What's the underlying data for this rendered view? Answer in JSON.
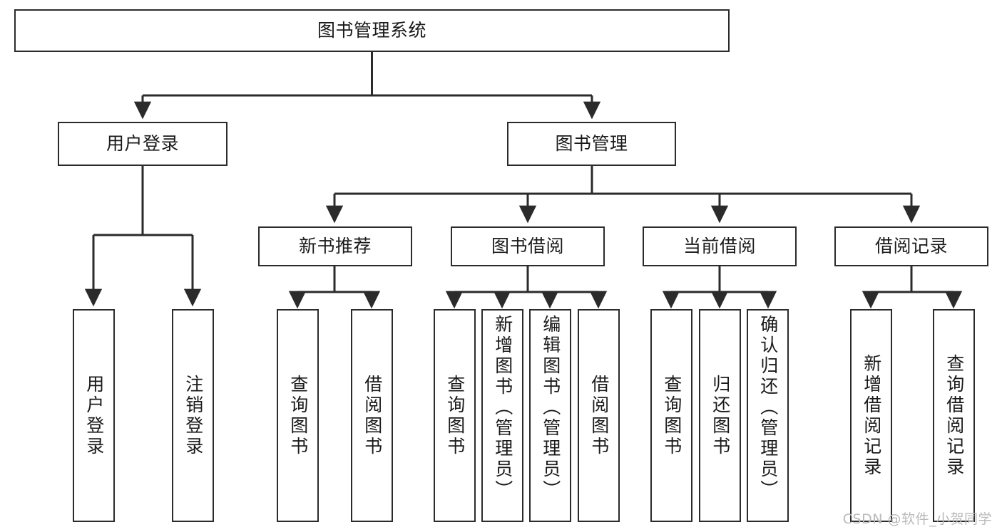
{
  "diagram": {
    "title": "图书管理系统",
    "type": "functional-structure-tree",
    "orientation": "top-down",
    "edge_style": "orthogonal-with-arrowheads",
    "colors": {
      "box_border": "#2b2b2b",
      "box_fill": "#ffffff",
      "edge": "#2b2b2b",
      "text": "#1a1a1a",
      "background": "#ffffff",
      "watermark": "#b9b9b9"
    },
    "root": {
      "label": "图书管理系统",
      "text_direction": "horizontal"
    },
    "level1": [
      {
        "label": "用户登录",
        "text_direction": "horizontal"
      },
      {
        "label": "图书管理",
        "text_direction": "horizontal"
      }
    ],
    "level2": [
      {
        "label": "新书推荐",
        "text_direction": "horizontal",
        "parent": "图书管理"
      },
      {
        "label": "图书借阅",
        "text_direction": "horizontal",
        "parent": "图书管理"
      },
      {
        "label": "当前借阅",
        "text_direction": "horizontal",
        "parent": "图书管理"
      },
      {
        "label": "借阅记录",
        "text_direction": "horizontal",
        "parent": "图书管理"
      }
    ],
    "leaves": {
      "user_login": [
        {
          "label": "用户登录",
          "text_direction": "vertical"
        },
        {
          "label": "注销登录",
          "text_direction": "vertical"
        }
      ],
      "new_book_recommend": [
        {
          "label": "查询图书",
          "text_direction": "vertical"
        },
        {
          "label": "借阅图书",
          "text_direction": "vertical"
        }
      ],
      "book_borrow": [
        {
          "label": "查询图书",
          "text_direction": "vertical"
        },
        {
          "label": "新增图书（管理员）",
          "text_direction": "vertical"
        },
        {
          "label": "编辑图书（管理员）",
          "text_direction": "vertical"
        },
        {
          "label": "借阅图书",
          "text_direction": "vertical"
        }
      ],
      "current_borrow": [
        {
          "label": "查询图书",
          "text_direction": "vertical"
        },
        {
          "label": "归还图书",
          "text_direction": "vertical"
        },
        {
          "label": "确认归还（管理员）",
          "text_direction": "vertical"
        }
      ],
      "borrow_record": [
        {
          "label": "新增借阅记录",
          "text_direction": "vertical"
        },
        {
          "label": "查询借阅记录",
          "text_direction": "vertical"
        }
      ]
    }
  },
  "watermark": {
    "text": "CSDN @软件_小贺同学"
  }
}
